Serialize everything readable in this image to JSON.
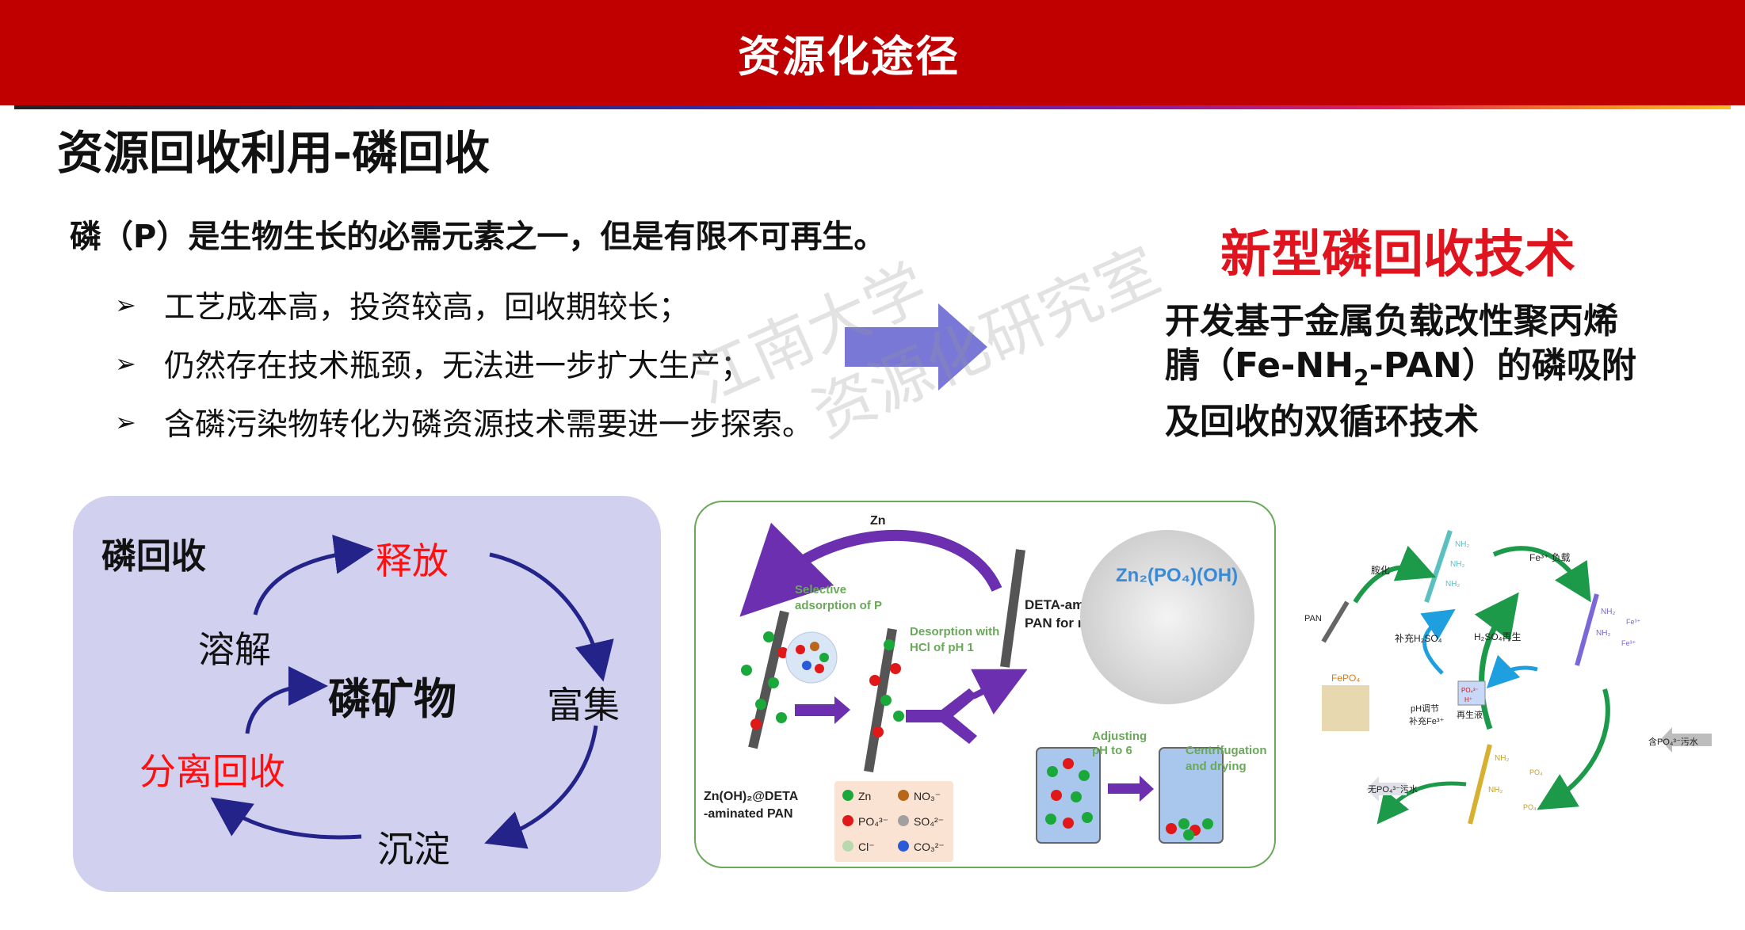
{
  "header": {
    "title": "资源化途径"
  },
  "section_title": "资源回收利用-磷回收",
  "intro": "磷（P）是生物生长的必需元素之一，但是有限不可再生。",
  "bullets": [
    "工艺成本高，投资较高，回收期较长；",
    "仍然存在技术瓶颈，无法进一步扩大生产；",
    "含磷污染物转化为磷资源技术需要进一步探索。"
  ],
  "right_panel": {
    "title": "新型磷回收技术",
    "desc_line1": "开发基于金属负载改性聚丙烯",
    "desc_line2_a": "腈（Fe-NH",
    "desc_line2_sub": "2",
    "desc_line2_b": "-PAN）的磷吸附",
    "desc_line3": "及回收的双循环技术"
  },
  "watermark": {
    "line1": "江南大学",
    "line2": "资源化研究室"
  },
  "cycle": {
    "title": "磷回收",
    "center": "磷矿物",
    "release": "释放",
    "enrich": "富集",
    "precipitate": "沉淀",
    "separate": "分离回收",
    "dissolve": "溶解"
  },
  "figure1": {
    "zn_top": "Zn",
    "selective_1": "Selective",
    "selective_2": "adsorption of P",
    "desorption_1": "Desorption with",
    "desorption_2": "HCl of pH 1",
    "deta_1": "DETA-aminated",
    "deta_2": "PAN for reuse",
    "product": "Zn₂(PO₄)(OH)",
    "adjust_1": "Adjusting",
    "adjust_2": "pH to 6",
    "centri_1": "Centrifugation",
    "centri_2": "and drying",
    "zn_label_1": "Zn(OH)₂@DETA",
    "zn_label_2": "-aminated PAN",
    "legend": [
      "Zn",
      "NO₃⁻",
      "PO₄³⁻",
      "SO₄²⁻",
      "Cl⁻",
      "CO₃²⁻"
    ],
    "legend_colors": [
      "#1aa83a",
      "#b8661a",
      "#e01818",
      "#a0a0a0",
      "#b8d8b0",
      "#2a5ad8"
    ]
  },
  "figure2": {
    "amination": "胺化",
    "fe_load": "Fe³⁺ 负载",
    "pan": "PAN",
    "add_h2so4": "补充H₂SO₄",
    "h2so4_regen": "H₂SO₄再生",
    "fepo4": "FePO₄",
    "ph_adjust": "pH调节",
    "add_fe": "补充Fe³⁺",
    "regen_liquid": "再生液",
    "po4_wastewater": "含PO₄³⁻污水",
    "no_po4_wastewater": "无PO₄³⁻污水",
    "nh2": "NH₂",
    "fe": "Fe³⁺",
    "po4": "PO₄",
    "beaker_po4": "PO₄³⁻",
    "beaker_h": "H⁺"
  }
}
